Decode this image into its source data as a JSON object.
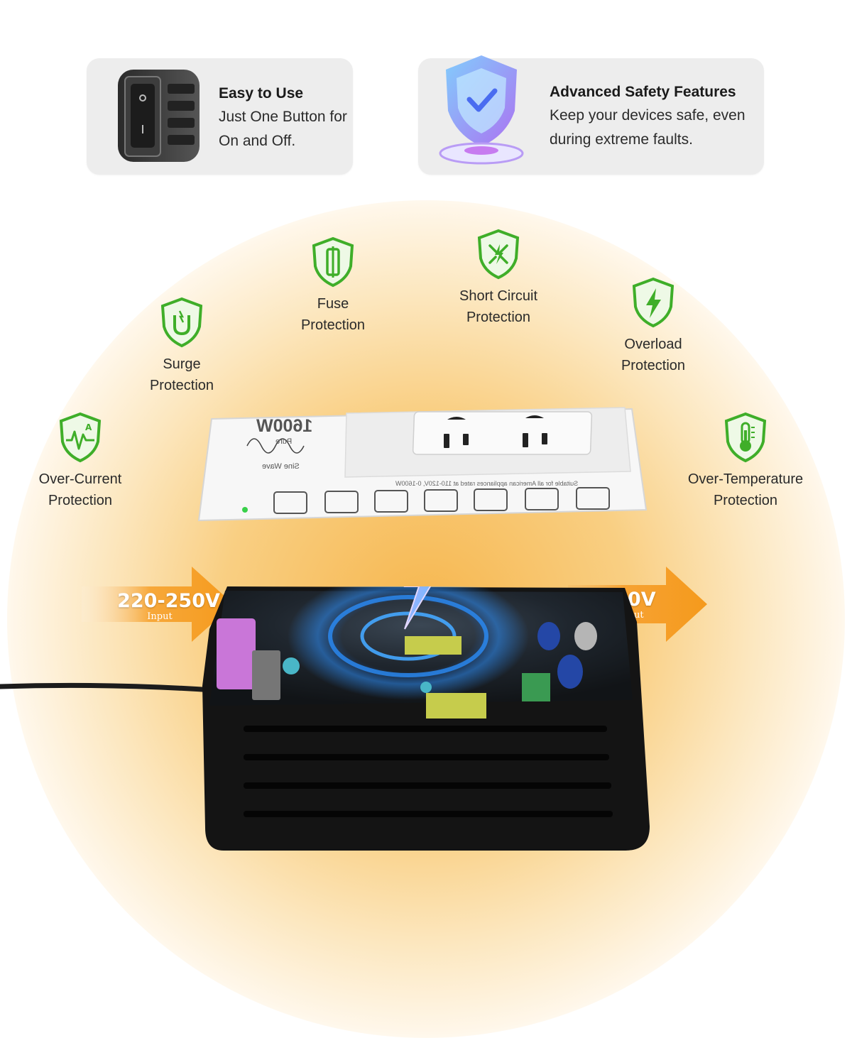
{
  "cards": [
    {
      "title": "Easy to Use",
      "desc": "Just One Button for On and Off."
    },
    {
      "title": "Advanced Safety Features",
      "desc": "Keep your devices safe, even during extreme faults."
    }
  ],
  "features": [
    {
      "id": "surge",
      "label": "Surge\nProtection",
      "icon": "surge-shield-icon"
    },
    {
      "id": "fuse",
      "label": "Fuse\nProtection",
      "icon": "fuse-shield-icon"
    },
    {
      "id": "short",
      "label": "Short Circuit\nProtection",
      "icon": "short-circuit-shield-icon"
    },
    {
      "id": "overload",
      "label": "Overload\nProtection",
      "icon": "overload-shield-icon"
    },
    {
      "id": "overcurrent",
      "label": "Over-Current\nProtection",
      "icon": "over-current-shield-icon"
    },
    {
      "id": "overtemp",
      "label": "Over-Temperature\nProtection",
      "icon": "thermometer-shield-icon"
    }
  ],
  "input": {
    "voltage": "220-250V",
    "label": "Input"
  },
  "output": {
    "voltage": "120V",
    "label": "Output"
  },
  "device": {
    "power": "1600W",
    "wave_line1": "Pure",
    "wave_line2": "Sine Wave",
    "suitability": "Suitable for all American appliances rated at 110-120V, 0-1600W"
  },
  "colors": {
    "accent_green": "#3fae29",
    "arrow_orange": "#f59a1c",
    "glow": "#f6b64d"
  }
}
